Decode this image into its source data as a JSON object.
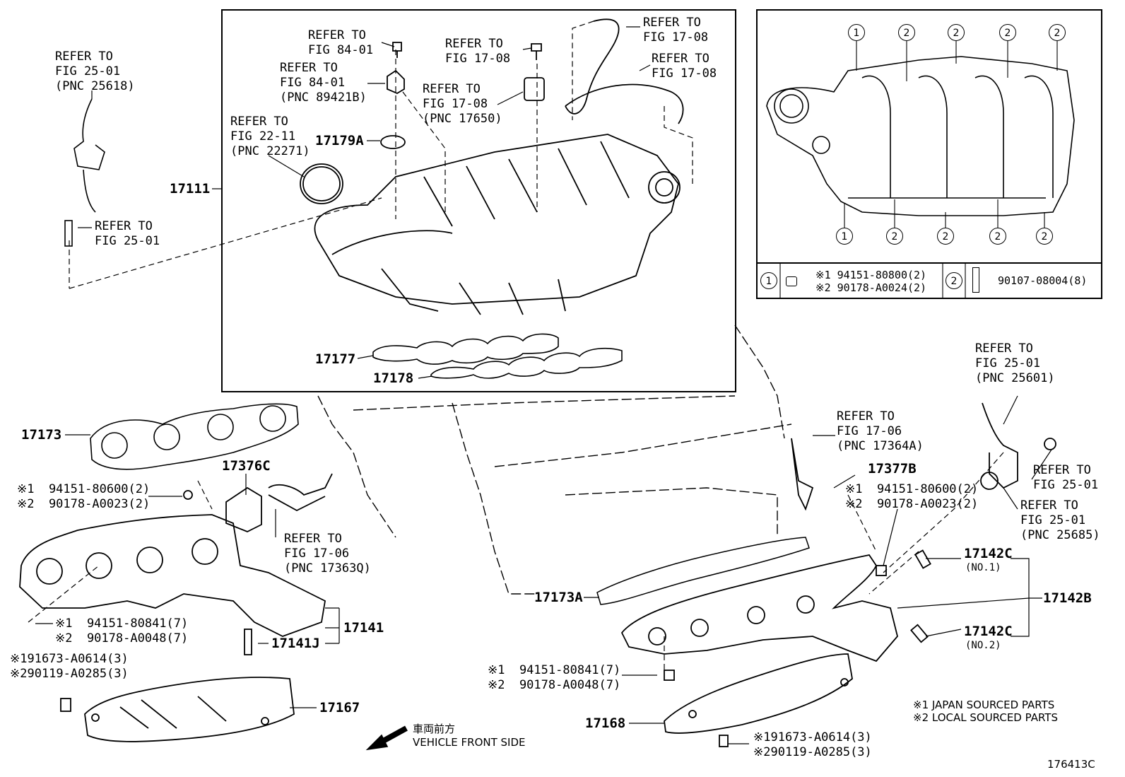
{
  "diagram_id": "176413C",
  "refs": {
    "r1": "REFER TO\nFIG 25-01\n(PNC 25618)",
    "r2": "REFER TO\nFIG 25-01",
    "r3": "REFER TO\nFIG 84-01",
    "r4": "REFER TO\nFIG 84-01\n(PNC 89421B)",
    "r5": "REFER TO\nFIG 22-11\n(PNC 22271)",
    "r6": "REFER TO\nFIG 17-08",
    "r7": "REFER TO\nFIG 17-08\n(PNC 17650)",
    "r8": "REFER TO\nFIG 17-08",
    "r9": "REFER TO\nFIG 17-08",
    "r10": "REFER TO\nFIG 17-06\n(PNC 17363Q)",
    "r11": "REFER TO\nFIG 17-06\n(PNC 17364A)",
    "r12": "REFER TO\nFIG 25-01\n(PNC 25601)",
    "r13": "REFER TO\nFIG 25-01",
    "r14": "REFER TO\nFIG 25-01\n(PNC 25685)"
  },
  "parts": {
    "p17111": "17111",
    "p17179A": "17179A",
    "p17177": "17177",
    "p17178": "17178",
    "p17173": "17173",
    "p17376C": "17376C",
    "p17377B": "17377B",
    "p17173A": "17173A",
    "p17141": "17141",
    "p17141J": "17141J",
    "p17167": "17167",
    "p17168": "17168",
    "p17142C1": "17142C",
    "p17142C1sub": "(NO.1)",
    "p17142C2": "17142C",
    "p17142C2sub": "(NO.2)",
    "p17142B": "17142B"
  },
  "fasteners": {
    "f1": "※1  94151-80600(2)\n※2  90178-A0023(2)",
    "f2": "※1  94151-80841(7)\n※2  90178-A0048(7)",
    "f3": "※191673-A0614(3)\n※290119-A0285(3)",
    "f4": "※1  94151-80600(2)\n※2  90178-A0023(2)",
    "f5": "※1  94151-80841(7)\n※2  90178-A0048(7)",
    "f6": "※191673-A0614(3)\n※290119-A0285(3)"
  },
  "inset": {
    "c1": "1",
    "c2": "2",
    "row1": "※1 94151-80800(2)\n※2 90178-A0024(2)",
    "row2": "90107-08004(8)"
  },
  "legend": {
    "front_jp": "車両前方",
    "front_en": "VEHICLE FRONT SIDE",
    "n1": "※1 JAPAN SOURCED PARTS",
    "n2": "※2 LOCAL SOURCED PARTS"
  }
}
